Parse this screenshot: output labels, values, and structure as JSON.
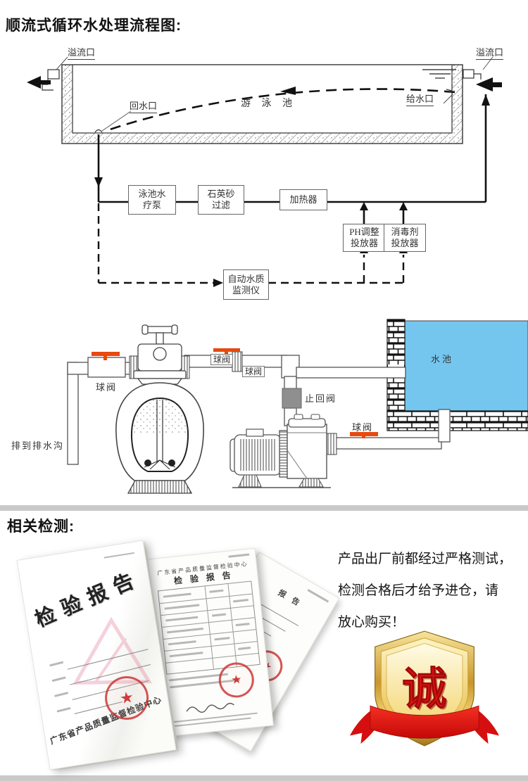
{
  "flow_section": {
    "title": "顺流式循环水处理流程图:",
    "pool_labels": {
      "overflow": "溢流口",
      "return_port": "回水口",
      "supply_port": "给水口",
      "pool_name": "游 泳 池"
    },
    "nodes": {
      "pump": "泳池水\n疗泵",
      "sand_filter": "石英砂\n过滤",
      "heater": "加热器",
      "ph_doser": "PH调整\n投放器",
      "disinfectant_doser": "消毒剂\n投放器",
      "water_monitor": "自动水质\n监测仪"
    }
  },
  "equipment_section": {
    "labels": {
      "ball_valve": "球阀",
      "check_valve": "止回阀",
      "water_tank": "水池",
      "drain": "排到排水沟"
    },
    "colors": {
      "valve_handle": "#e8490f",
      "tank_water": "#74c6ee",
      "check_valve_body": "#8f8f8f"
    }
  },
  "testing_section": {
    "title": "相关检测:",
    "paragraph_lines": [
      "产品出厂前都经过严格测试，",
      "检测合格后才给予进仓，请",
      "放心购买！"
    ],
    "documents": {
      "report_title_vertical": "检验报告",
      "inspection_center": "广东省产品质量监督检验中心",
      "report_title_spaced": "检 验 报 告",
      "report_title_partial": "报 告",
      "seal_star_icon": "★"
    },
    "badge": {
      "character": "诚",
      "gold_color": "#e7b83a",
      "ribbon_color": "#e01111"
    }
  }
}
